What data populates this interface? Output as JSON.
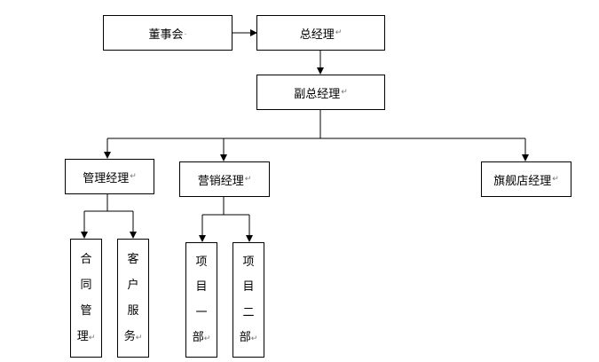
{
  "org_chart": {
    "board": "董事会",
    "general_manager": "总经理",
    "deputy_general_manager": "副总经理",
    "admin_manager": "管理经理",
    "sales_manager": "营销经理",
    "flagship_manager": "旗舰店经理",
    "contract_mgmt": [
      "合",
      "同",
      "管",
      "理"
    ],
    "customer_service": [
      "客",
      "户",
      "服",
      "务"
    ],
    "project_one": [
      "项",
      "目",
      "一",
      "部"
    ],
    "project_two": [
      "项",
      "目",
      "二",
      "部"
    ],
    "para_mark": "↵",
    "small_mark": "."
  }
}
